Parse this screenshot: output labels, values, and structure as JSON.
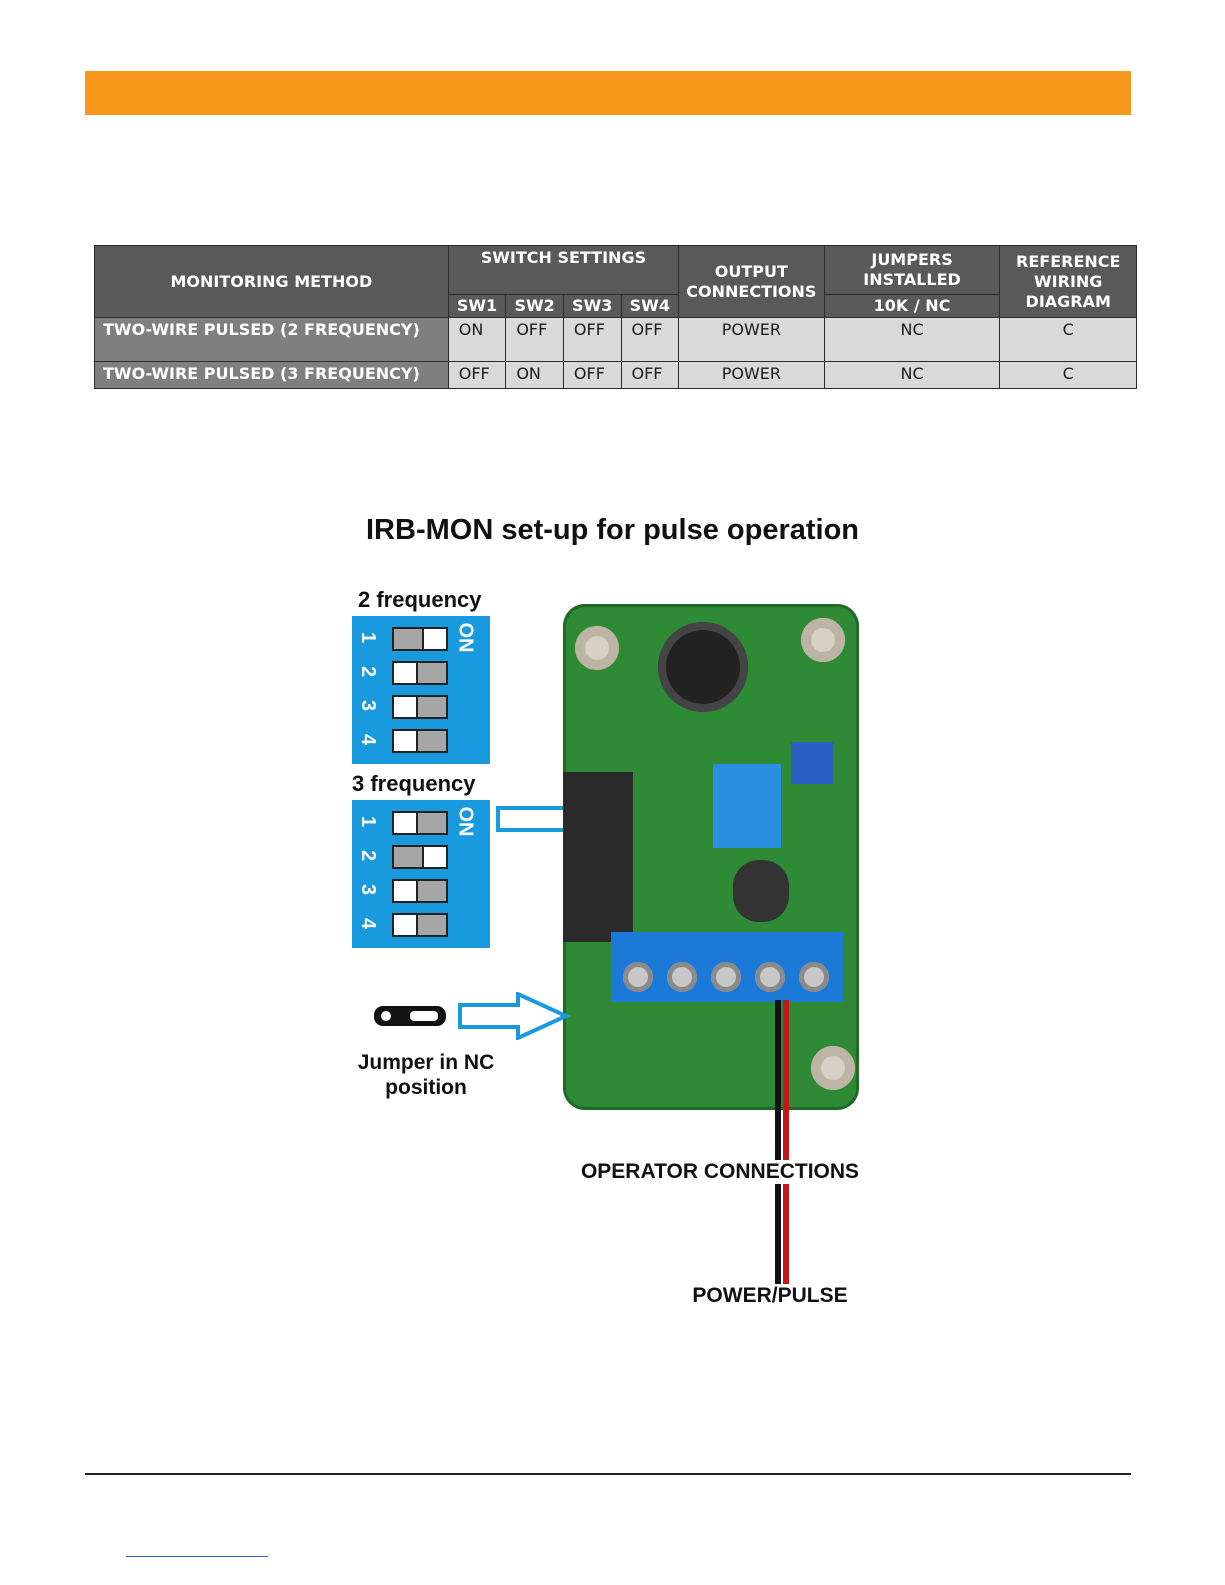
{
  "table": {
    "headers": {
      "method": "MONITORING METHOD",
      "switch_settings": "SWITCH SETTINGS",
      "sw1": "SW1",
      "sw2": "SW2",
      "sw3": "SW3",
      "sw4": "SW4",
      "output": "OUTPUT CONNECTIONS",
      "jumpers": "JUMPERS INSTALLED",
      "jumper_sub": "10K / NC",
      "reference": "REFERENCE WIRING DIAGRAM"
    },
    "rows": [
      {
        "method": "TWO-WIRE PULSED (2 FREQUENCY)",
        "sw1": "ON",
        "sw2": "OFF",
        "sw3": "OFF",
        "sw4": "OFF",
        "output": "POWER",
        "jumper": "NC",
        "reference": "C"
      },
      {
        "method": "TWO-WIRE PULSED (3 FREQUENCY)",
        "sw1": "OFF",
        "sw2": "ON",
        "sw3": "OFF",
        "sw4": "OFF",
        "output": "POWER",
        "jumper": "NC",
        "reference": "C"
      }
    ]
  },
  "figure": {
    "title": "IRB-MON set-up for pulse operation",
    "dip_on_label": "ON",
    "dip_numbers": [
      "1",
      "2",
      "3",
      "4"
    ],
    "dip_2freq": {
      "label": "2 frequency",
      "on": [
        true,
        false,
        false,
        false
      ]
    },
    "dip_3freq": {
      "label": "3 frequency",
      "on": [
        false,
        true,
        false,
        false
      ]
    },
    "jumper_caption_line1": "Jumper in NC",
    "jumper_caption_line2": "position",
    "operator_caption": "OPERATOR CONNECTIONS",
    "power_caption": "POWER/PULSE"
  },
  "colors": {
    "header_bar": "#f7981d",
    "table_header": "#595959",
    "dip_blue": "#1a9ade"
  }
}
